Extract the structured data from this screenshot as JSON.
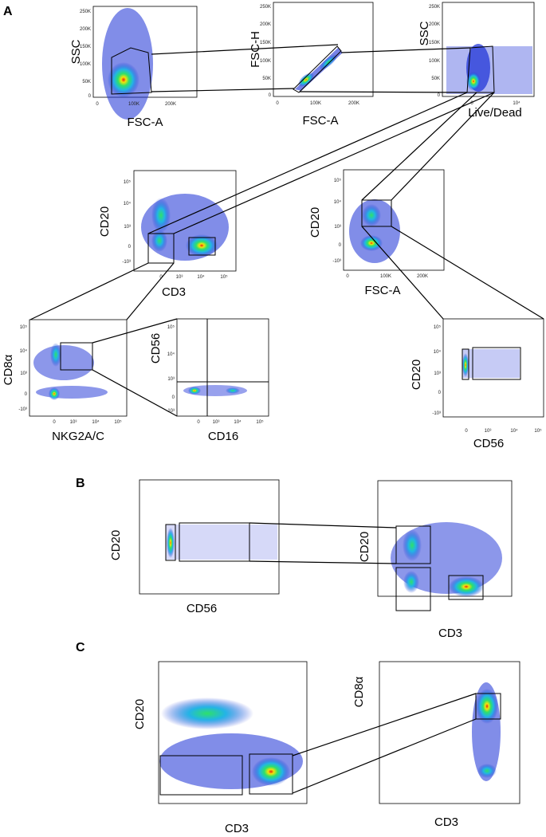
{
  "figure": {
    "panel_labels": [
      "A",
      "B",
      "C"
    ],
    "colors": {
      "density_low": "#1a2fd6",
      "density_mid": "#23b4e6",
      "density_hi": "#2ee06a",
      "density_peak_a": "#f2e40a",
      "density_peak_b": "#e82010",
      "frame": "#000000"
    },
    "plots": {
      "a_fsc_ssc": {
        "xlabel": "FSC-A",
        "ylabel": "SSC",
        "xticks": [
          "0",
          "100K",
          "200K"
        ],
        "yticks": [
          "250K",
          "200K",
          "150K",
          "100K",
          "50K",
          "0"
        ]
      },
      "a_fsca_fsch": {
        "xlabel": "FSC-A",
        "ylabel": "FSC-H",
        "xticks": [
          "0",
          "100K",
          "200K"
        ],
        "yticks": [
          "250K",
          "200K",
          "150K",
          "100K",
          "50K",
          "0"
        ]
      },
      "a_livedead": {
        "xlabel": "Live/Dead",
        "ylabel": "SSC",
        "xticks": [
          "0",
          "10⁴"
        ],
        "yticks": [
          "250K",
          "200K",
          "150K",
          "100K",
          "50K",
          "0"
        ]
      },
      "a_cd3_cd20": {
        "xlabel": "CD3",
        "ylabel": "CD20",
        "xticks": [
          "0",
          "10³",
          "10⁴",
          "10⁵"
        ],
        "yticks": [
          "10⁵",
          "10⁴",
          "10³",
          "0",
          "-10³"
        ]
      },
      "a_fsc_cd20": {
        "xlabel": "FSC-A",
        "ylabel": "CD20",
        "xticks": [
          "0",
          "100K",
          "200K"
        ],
        "yticks": [
          "10⁵",
          "10⁴",
          "10³",
          "0",
          "-10³"
        ]
      },
      "a_nkg2a_cd8": {
        "xlabel": "NKG2A/C",
        "ylabel": "CD8α",
        "xticks": [
          "0",
          "10³",
          "10⁴",
          "10⁵"
        ],
        "yticks": [
          "10⁵",
          "10⁴",
          "10³",
          "0",
          "-10³"
        ]
      },
      "a_cd16_cd56": {
        "xlabel": "CD16",
        "ylabel": "CD56",
        "xticks": [
          "0",
          "10³",
          "10⁴",
          "10⁵"
        ],
        "yticks": [
          "10⁵",
          "10⁴",
          "10³",
          "0",
          "-10³"
        ]
      },
      "a_cd56_cd20": {
        "xlabel": "CD56",
        "ylabel": "CD20",
        "xticks": [
          "0",
          "10³",
          "10⁴",
          "10⁵"
        ],
        "yticks": [
          "10⁵",
          "10⁴",
          "10³",
          "0",
          "-10³"
        ]
      },
      "b_cd56_cd20": {
        "xlabel": "CD56",
        "ylabel": "CD20"
      },
      "b_cd3_cd20": {
        "xlabel": "CD3",
        "ylabel": "CD20"
      },
      "c_cd3_cd20": {
        "xlabel": "CD3",
        "ylabel": "CD20"
      },
      "c_cd3_cd8": {
        "xlabel": "CD3",
        "ylabel": "CD8α"
      }
    }
  }
}
